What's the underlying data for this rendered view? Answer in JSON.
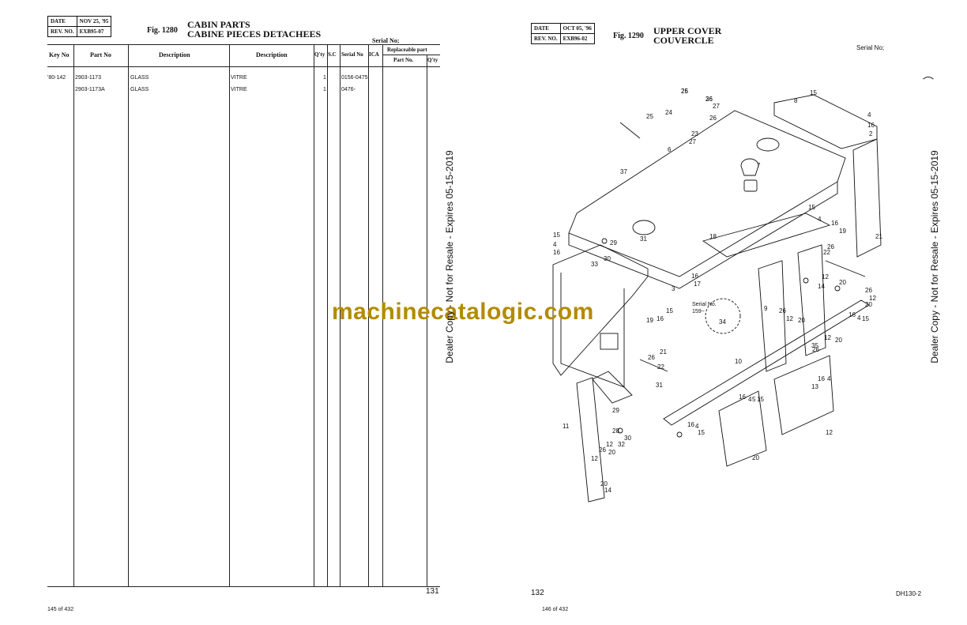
{
  "left": {
    "header": {
      "date_label": "DATE",
      "date_value": "NOV 25, '95",
      "rev_label": "REV. NO.",
      "rev_value": "EXB95-07"
    },
    "fig_no": "Fig. 1280",
    "title_en": "CABIN PARTS",
    "title_fr": "CABINE PIECES DETACHEES",
    "serial_label": "Serial No;",
    "columns": {
      "key": "Key No",
      "part": "Part No",
      "desc1": "Description",
      "desc2": "Description",
      "qty": "Q'ty",
      "sc": "S.C",
      "serial": "Serial No",
      "ica": "ICA",
      "replaceable": "Replaceable part",
      "rep_part": "Part No.",
      "rep_qty": "Q'ty"
    },
    "rows": [
      {
        "key": "'80-142",
        "part": "2903-1173",
        "desc1": "GLASS",
        "desc2": "VITRE",
        "qty": "1",
        "serial": "0156-0475"
      },
      {
        "key": "",
        "part": "2903-1173A",
        "desc1": "GLASS",
        "desc2": "VITRE",
        "qty": "1",
        "serial": "0476-"
      }
    ],
    "page_number": "131",
    "page_count": "145 of 432"
  },
  "right": {
    "header": {
      "date_label": "DATE",
      "date_value": "OCT 05, '96",
      "rev_label": "REV. NO.",
      "rev_value": "EXB96-02"
    },
    "fig_no": "Fig. 1290",
    "title_en": "UPPER COVER",
    "title_fr": "COUVERCLE",
    "serial_label": "Serial No;",
    "serial_callout": "Serial No.",
    "serial_callout_value": "159~",
    "page_number": "132",
    "model": "DH130-2",
    "page_count": "146 of 432",
    "callouts": [
      "25",
      "26",
      "27",
      "24",
      "25",
      "26",
      "23",
      "27",
      "6",
      "8",
      "15",
      "4",
      "16",
      "2",
      "37",
      "7",
      "15",
      "4",
      "16",
      "19",
      "21",
      "26",
      "22",
      "18",
      "16",
      "17",
      "29",
      "31",
      "30",
      "33",
      "3",
      "15",
      "4",
      "16",
      "12",
      "20",
      "14",
      "9",
      "26",
      "12",
      "20",
      "16",
      "4",
      "15",
      "26",
      "12",
      "20",
      "19",
      "16",
      "15",
      "21",
      "26",
      "22",
      "31",
      "10",
      "12",
      "20",
      "26",
      "4",
      "16",
      "13",
      "11",
      "29",
      "28",
      "16",
      "4",
      "5",
      "15",
      "16",
      "4",
      "15",
      "30",
      "32",
      "12",
      "20",
      "26",
      "12",
      "20",
      "14",
      "12",
      "20",
      "35",
      "34",
      "26",
      "36"
    ]
  },
  "watermark": "machinecatalogic.com",
  "side_note": "Dealer Copy - Not for Resale - Expires 05-15-2019"
}
